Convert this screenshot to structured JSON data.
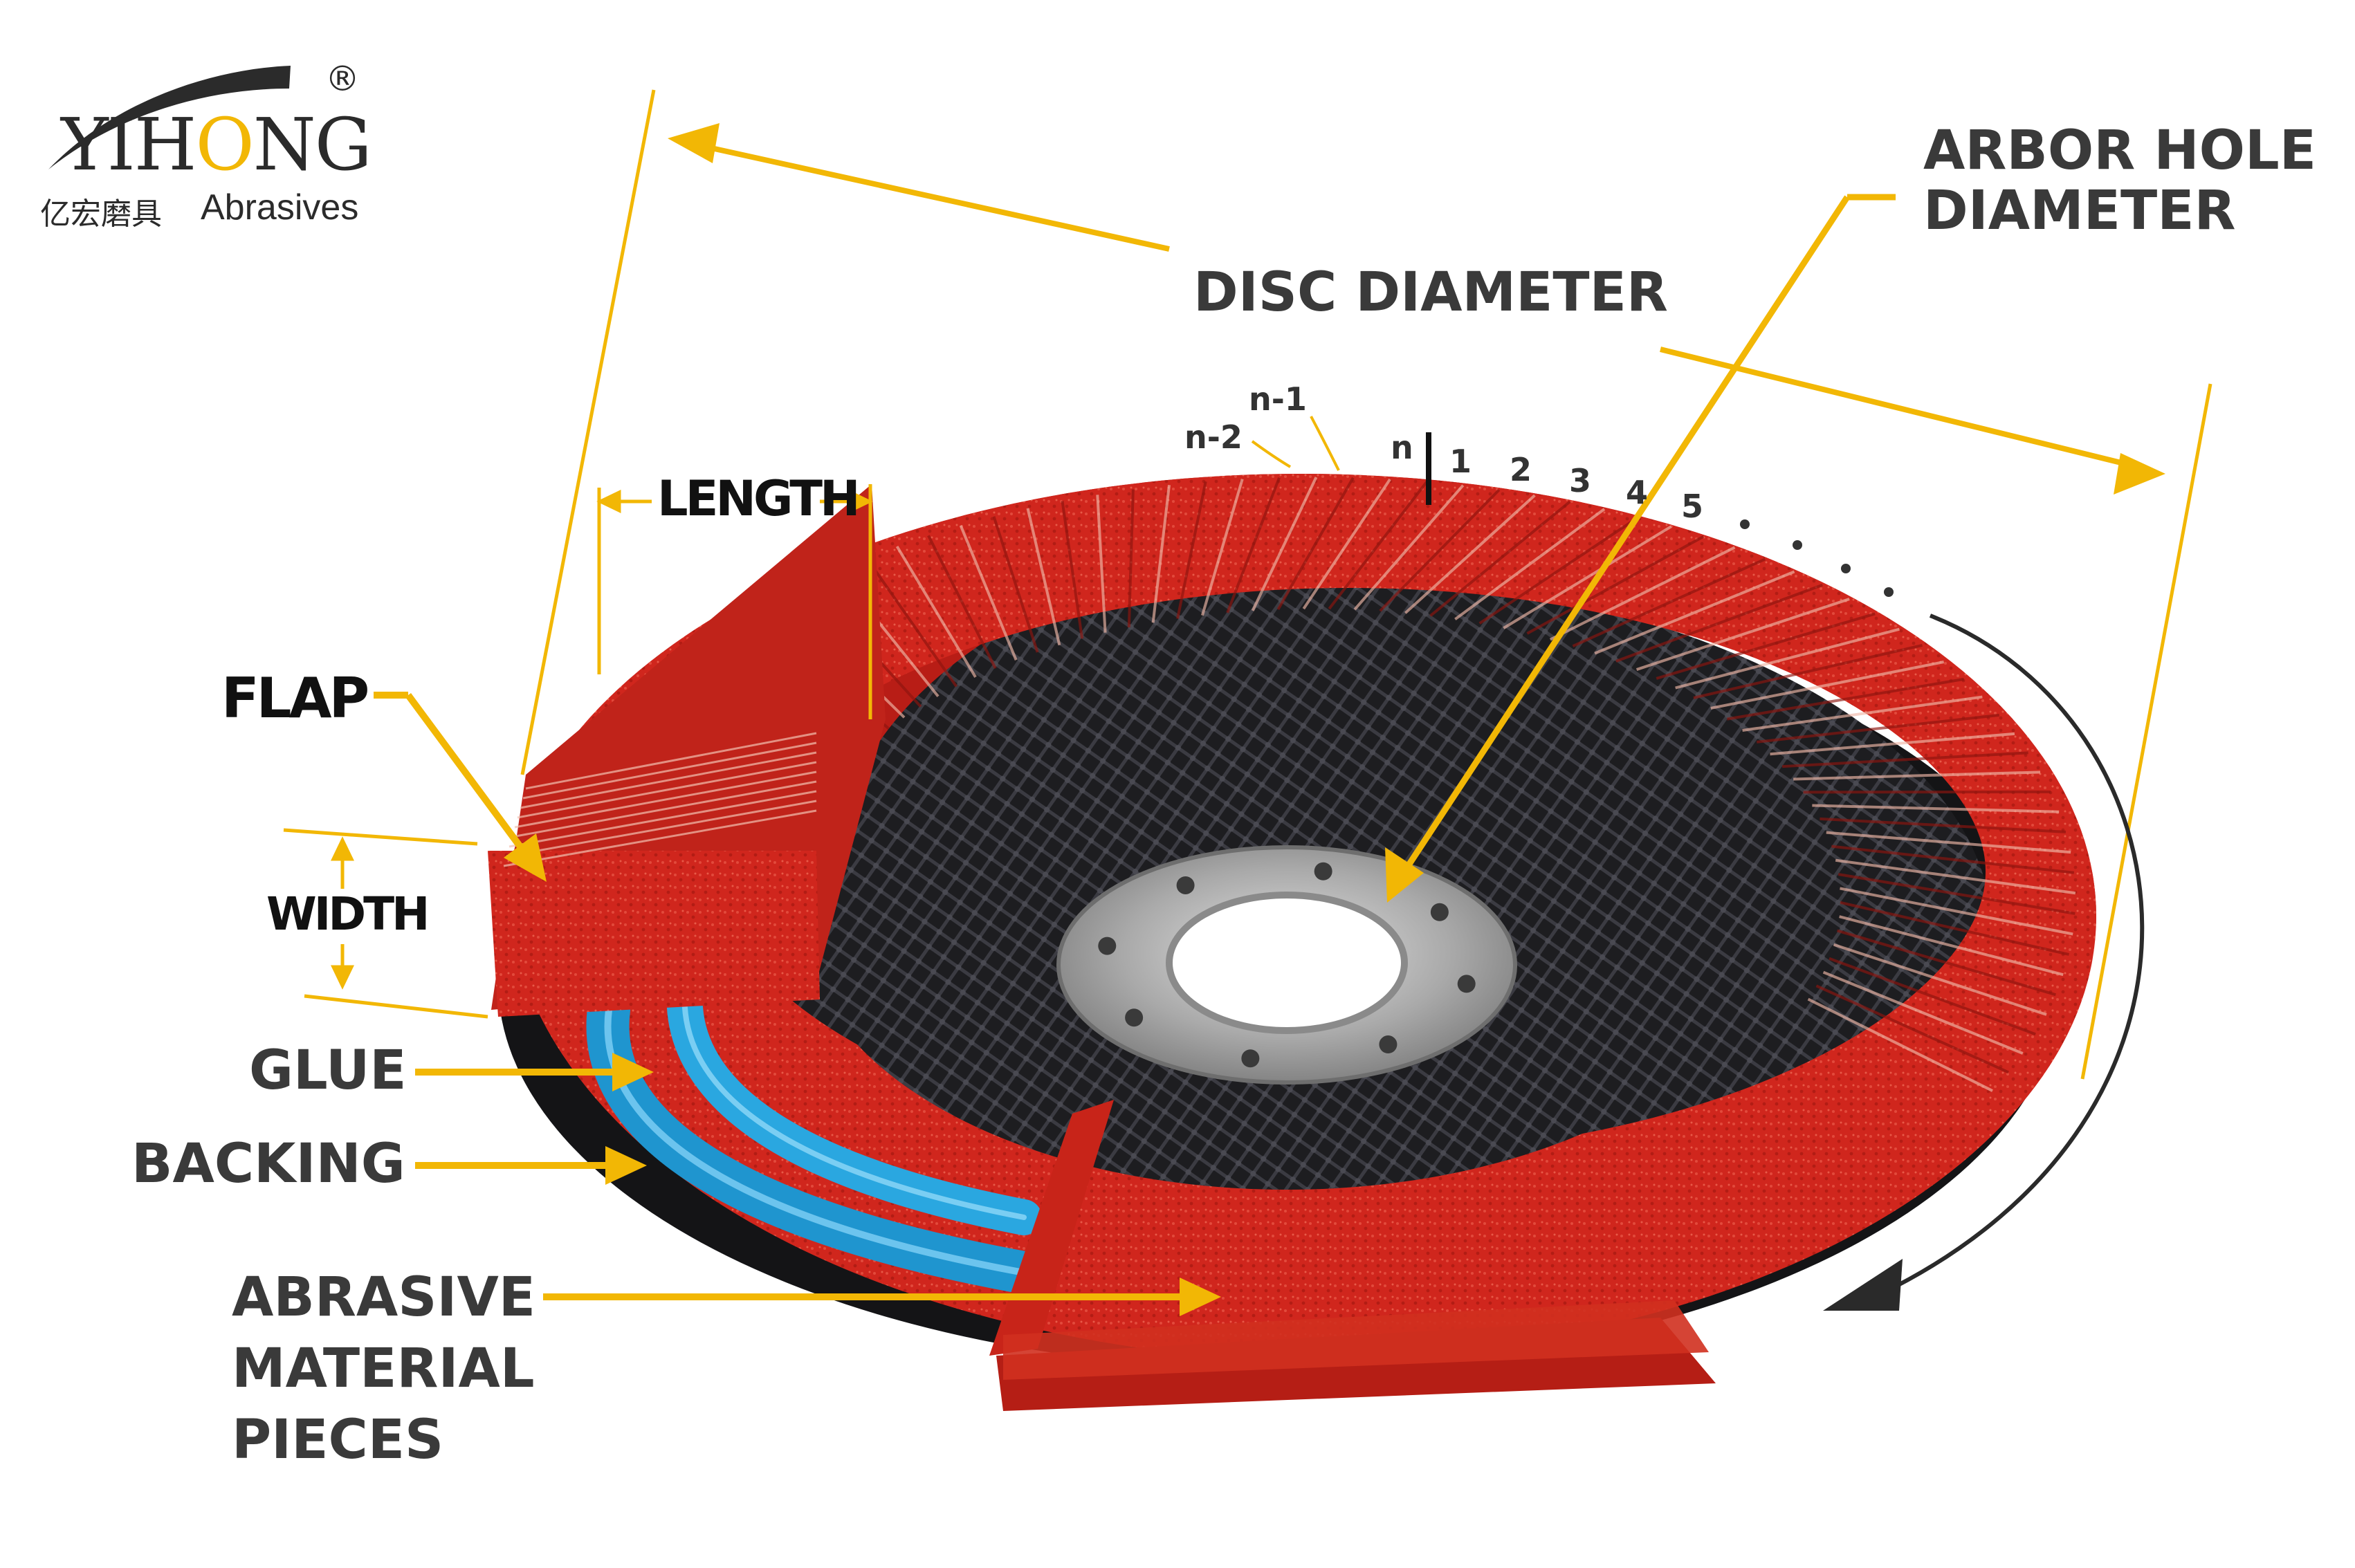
{
  "brand": {
    "name_prefix": "YIH",
    "name_o": "O",
    "name_suffix": "NG",
    "registered": "®",
    "chinese": "亿宏磨具",
    "tagline": "Abrasives"
  },
  "labels": {
    "disc_diameter": "DISC DIAMETER",
    "arbor_hole_line1": "ARBOR HOLE",
    "arbor_hole_line2": "DIAMETER",
    "length": "LENGTH",
    "flap": "FLAP",
    "width": "WIDTH",
    "glue": "GLUE",
    "backing": "BACKING",
    "abrasive_line1": "ABRASIVE",
    "abrasive_line2": "MATERIAL",
    "abrasive_line3": "PIECES"
  },
  "flap_numbering": {
    "n_minus_1": "n-1",
    "n_minus_2": "n-2",
    "n": "n",
    "one": "1",
    "two": "2",
    "three": "3",
    "four": "4",
    "five": "5"
  },
  "colors": {
    "accent_yellow": "#f2b705",
    "flap_red": "#d42b21",
    "glue_blue": "#2a9fd6",
    "backing_black": "#1c1c1e",
    "hub_metal": "#b9b9b9",
    "label_gray": "#3a3a3a"
  }
}
